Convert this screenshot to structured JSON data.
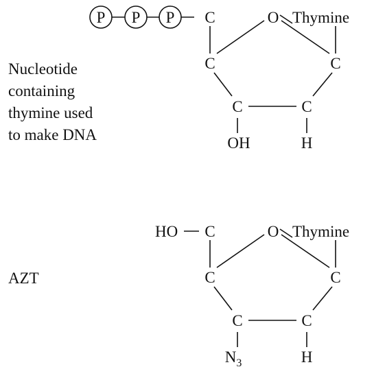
{
  "caption_nucleotide": [
    "Nucleotide",
    "containing",
    "thymine used",
    "to make DNA"
  ],
  "caption_azt": "AZT",
  "phosphate_symbol": "P",
  "atoms": {
    "carbon": "C",
    "oxygen": "O",
    "hydroxyl": "OH",
    "hydrogen": "H",
    "ho_group": "HO",
    "nitrogen": "N",
    "azide_subscript": "3"
  },
  "base": "Thymine"
}
